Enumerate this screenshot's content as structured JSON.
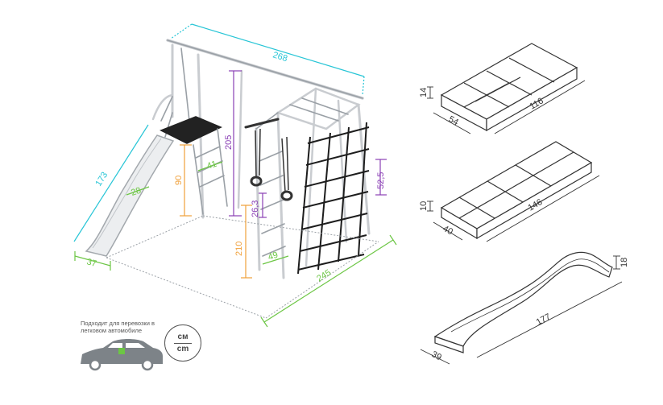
{
  "dimensions": {
    "width_top": "268",
    "height_frame": "205",
    "slide_length": "173",
    "slide_width": "28",
    "slide_base": "37",
    "platform_height": "90",
    "platform_width": "41",
    "rings_height": "26,3",
    "climbing_height": "210",
    "net_width": "49",
    "side_offset": "52,5",
    "length_bottom": "245"
  },
  "packages": [
    {
      "height": "14",
      "depth": "54",
      "length": "116"
    },
    {
      "height": "10",
      "depth": "40",
      "length": "146"
    }
  ],
  "slide_package": {
    "height": "18",
    "width": "39",
    "length": "177"
  },
  "note": "Подходит для перевозки в легковом автомобиле",
  "units": {
    "top": "см",
    "bottom": "cm"
  },
  "colors": {
    "cyan": "#27c5d6",
    "purple": "#8a3fb5",
    "orange": "#f0a03a",
    "green": "#6cc644",
    "frame": "#b9bcc0",
    "dark": "#222222"
  }
}
